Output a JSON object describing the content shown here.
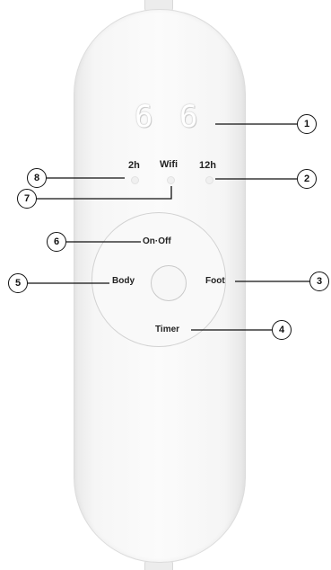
{
  "display": {
    "digit_1": "6",
    "digit_2": "6"
  },
  "indicators": {
    "left": "2h",
    "middle": "Wifi",
    "right": "12h"
  },
  "buttons": {
    "top": "On·Off",
    "left": "Body",
    "right": "Foot",
    "bottom": "Timer"
  },
  "callouts": [
    "1",
    "2",
    "3",
    "4",
    "5",
    "6",
    "7",
    "8"
  ]
}
